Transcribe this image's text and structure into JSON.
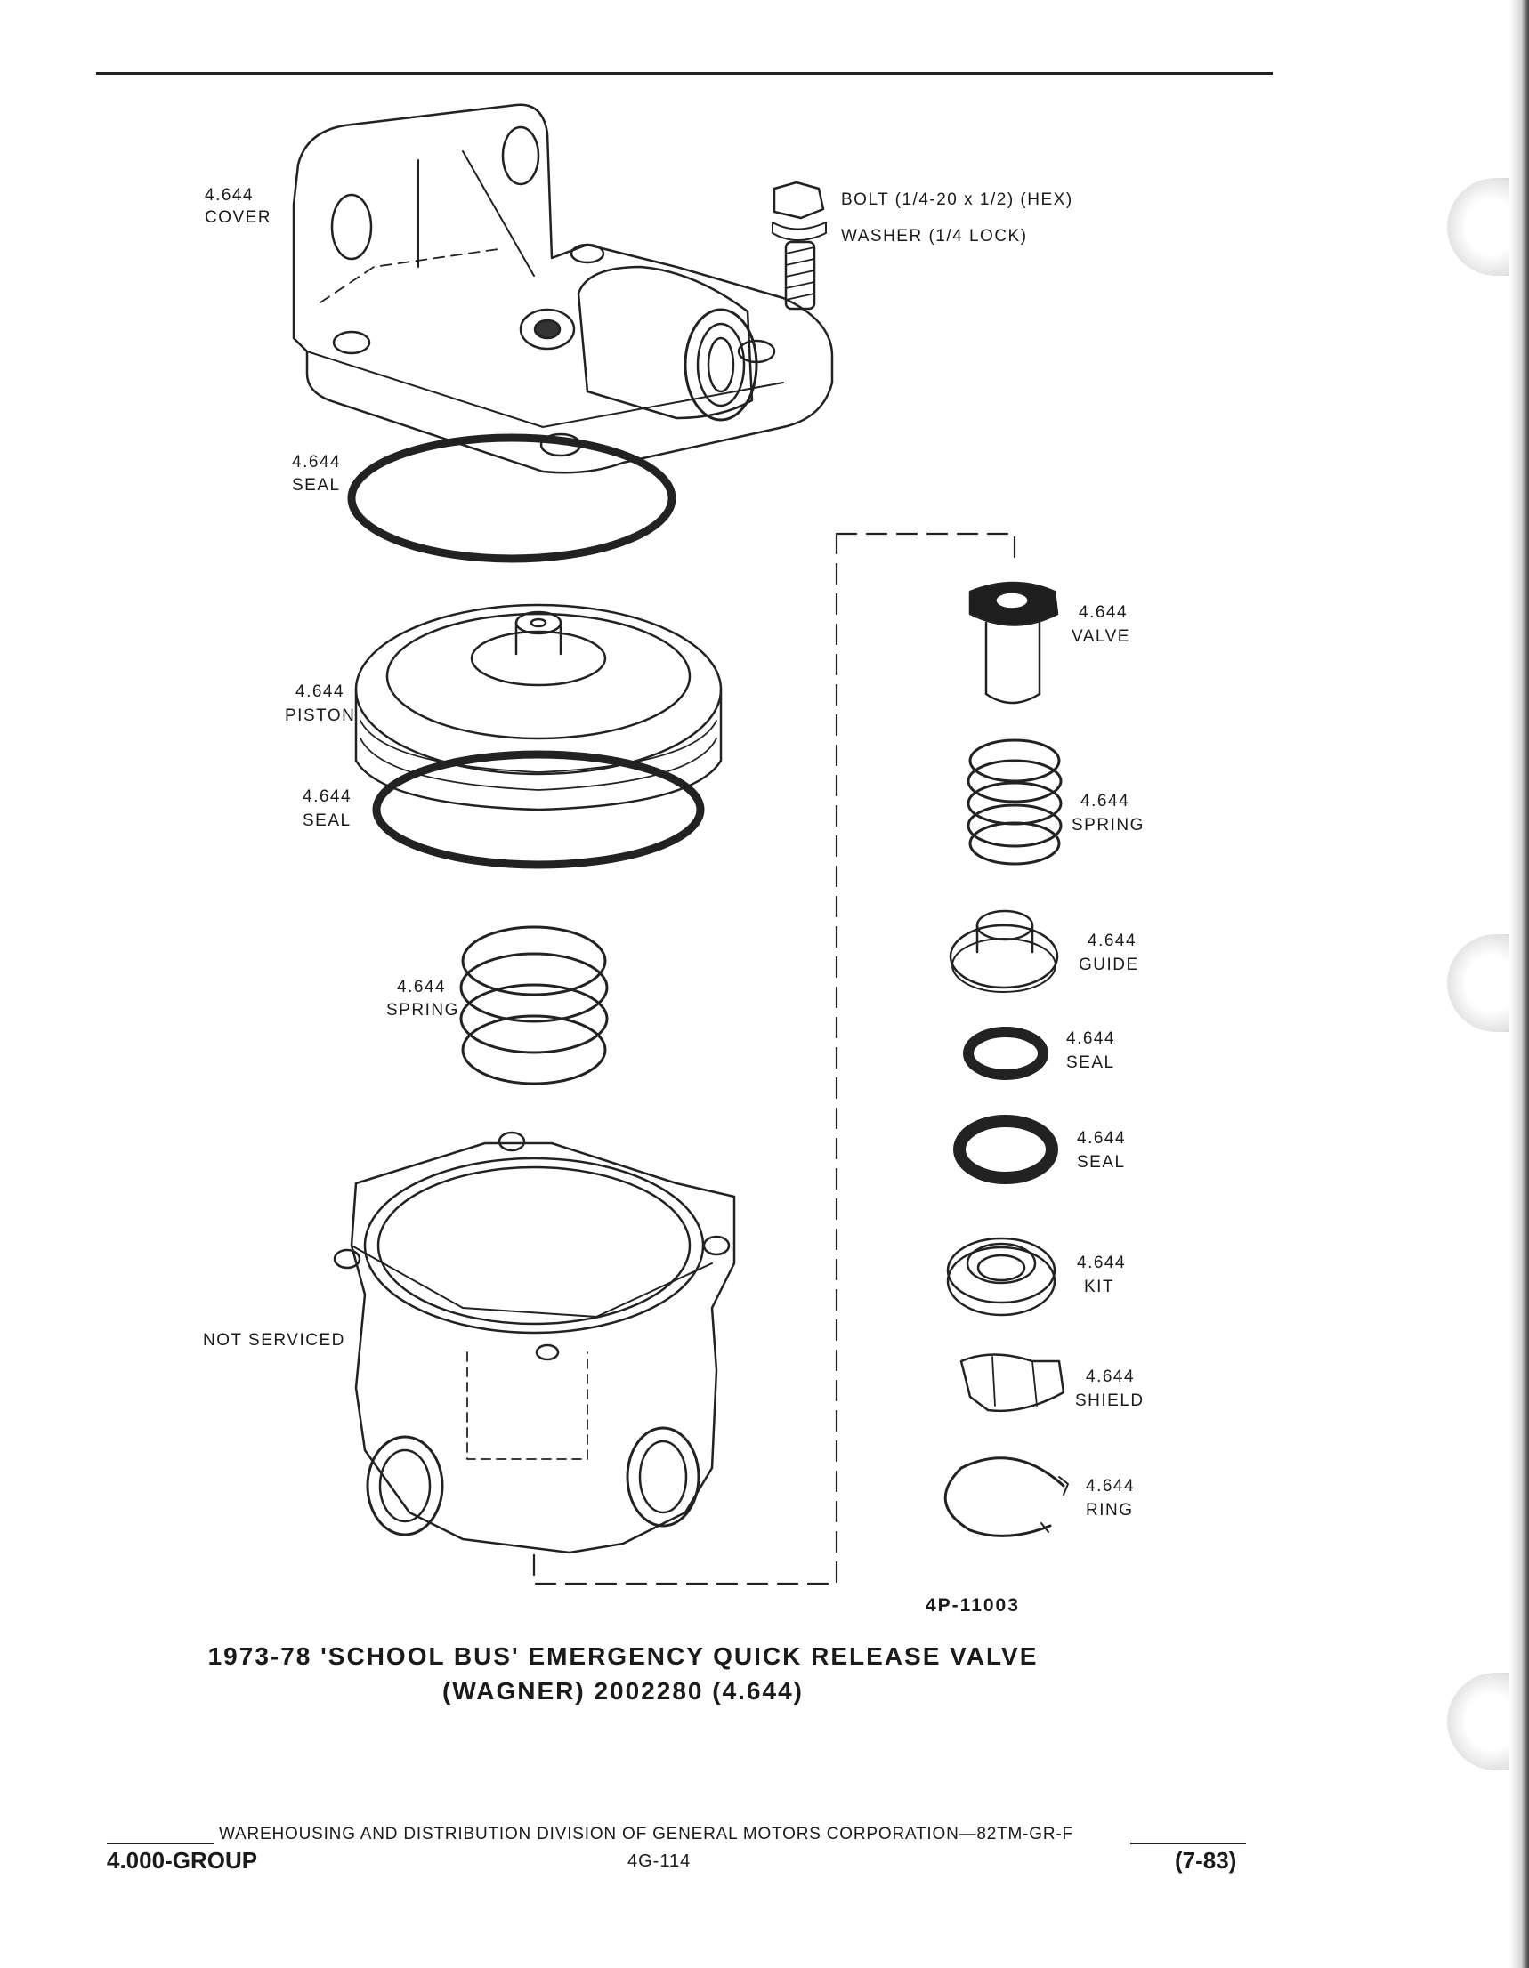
{
  "labels": {
    "cover": [
      "4.644",
      "COVER"
    ],
    "bolt": "BOLT (1/4-20 x 1/2) (HEX)",
    "washer": "WASHER (1/4 LOCK)",
    "seal_top": [
      "4.644",
      "SEAL"
    ],
    "piston": [
      "4.644",
      "PISTON"
    ],
    "seal_piston": [
      "4.644",
      "SEAL"
    ],
    "spring_main": [
      "4.644",
      "SPRING"
    ],
    "not_serviced": "NOT SERVICED",
    "valve": [
      "4.644",
      "VALVE"
    ],
    "spring_small": [
      "4.644",
      "SPRING"
    ],
    "guide": [
      "4.644",
      "GUIDE"
    ],
    "seal_small_1": [
      "4.644",
      "SEAL"
    ],
    "seal_small_2": [
      "4.644",
      "SEAL"
    ],
    "kit": [
      "4.644",
      "KIT"
    ],
    "shield": [
      "4.644",
      "SHIELD"
    ],
    "ring": [
      "4.644",
      "RING"
    ]
  },
  "figure_code": "4P-11003",
  "title": {
    "line1": "1973-78 'SCHOOL BUS' EMERGENCY QUICK RELEASE VALVE",
    "line2": "(WAGNER) 2002280 (4.644)"
  },
  "footer": {
    "division": "WAREHOUSING AND DISTRIBUTION  DIVISION OF GENERAL MOTORS CORPORATION—82TM-GR-F",
    "group": "4.000-GROUP",
    "page": "4G-114",
    "date": "(7-83)"
  }
}
